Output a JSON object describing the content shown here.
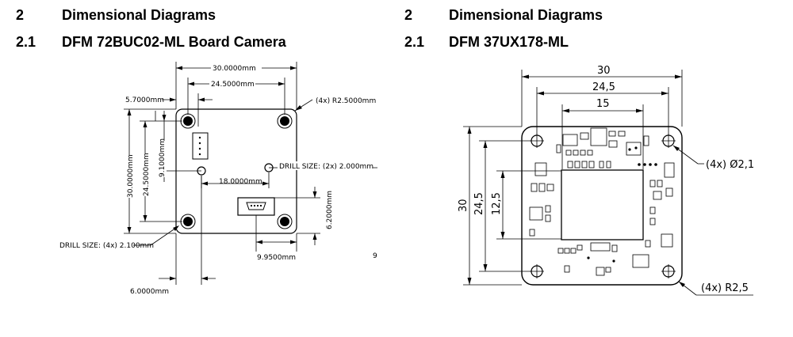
{
  "left_section": {
    "section_number": "2",
    "section_title": "Dimensional Diagrams",
    "subsection_number": "2.1",
    "subsection_title": "DFM 72BUC02-ML Board Camera",
    "dims": {
      "width_overall": "30.0000mm",
      "width_holes": "24.5000mm",
      "offset_left": "5.7000mm",
      "radius": "(4x) R2.5000mm",
      "height_overall": "30.0000mm",
      "height_holes": "24.5000mm",
      "connector_offset": "9.1000mm",
      "drill_small": "DRILL SIZE: (2x) 2.000mm",
      "drill_spacing": "18.0000mm",
      "usb_height": "6.2000mm",
      "drill_large": "DRILL SIZE: (4x) 2.100mm",
      "usb_offset": "9.9500mm",
      "bottom_offset": "6.0000mm",
      "page_mark": "9"
    }
  },
  "right_section": {
    "section_number": "2",
    "section_title": "Dimensional Diagrams",
    "subsection_number": "2.1",
    "subsection_title": "DFM 37UX178-ML",
    "dims": {
      "width_overall": "30",
      "width_holes": "24,5",
      "width_inner": "15",
      "height_overall": "30",
      "height_holes": "24,5",
      "height_inner": "12,5",
      "hole_dia": "(4x) Ø2,1",
      "radius": "(4x) R2,5"
    }
  }
}
